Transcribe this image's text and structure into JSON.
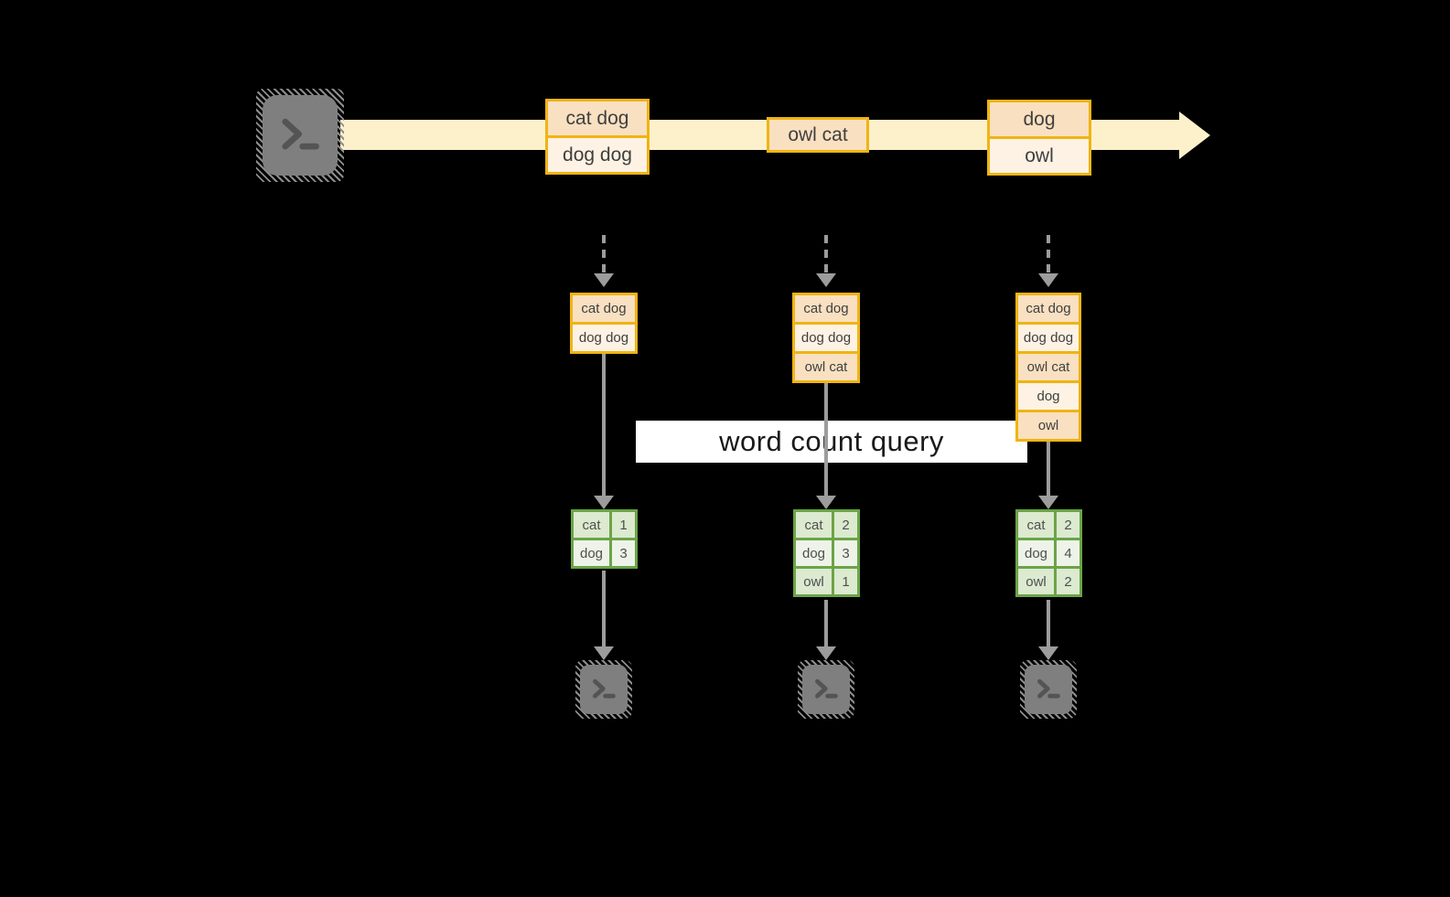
{
  "query": {
    "label": "word count query"
  },
  "stream": {
    "batches": [
      {
        "lines": [
          "cat dog",
          "dog dog"
        ]
      },
      {
        "lines": [
          "owl cat"
        ]
      },
      {
        "lines": [
          "dog",
          "owl"
        ]
      }
    ]
  },
  "inputs": [
    {
      "lines": [
        "cat dog",
        "dog dog"
      ]
    },
    {
      "lines": [
        "cat dog",
        "dog dog",
        "owl cat"
      ]
    },
    {
      "lines": [
        "cat dog",
        "dog dog",
        "owl cat",
        "dog",
        "owl"
      ]
    }
  ],
  "results": [
    {
      "rows": [
        {
          "word": "cat",
          "count": "1"
        },
        {
          "word": "dog",
          "count": "3"
        }
      ]
    },
    {
      "rows": [
        {
          "word": "cat",
          "count": "2"
        },
        {
          "word": "dog",
          "count": "3"
        },
        {
          "word": "owl",
          "count": "1"
        }
      ]
    },
    {
      "rows": [
        {
          "word": "cat",
          "count": "2"
        },
        {
          "word": "dog",
          "count": "4"
        },
        {
          "word": "owl",
          "count": "2"
        }
      ]
    }
  ],
  "icons": {
    "source": "terminal-icon",
    "sinks": [
      "terminal-icon",
      "terminal-icon",
      "terminal-icon"
    ]
  },
  "colors": {
    "background": "#000000",
    "stream_band": "#fcf1ca",
    "box_border": "#f0b413",
    "box_fill_dark": "#f9e0c1",
    "box_fill_light": "#fdf2e3",
    "table_border": "#6ba447",
    "table_fill_dark": "#dcead0",
    "table_fill_light": "#edf3e8",
    "arrow_gray": "#9c9c9c",
    "terminal_gray": "#7f7f7f",
    "query_banner": "#ffffff"
  }
}
